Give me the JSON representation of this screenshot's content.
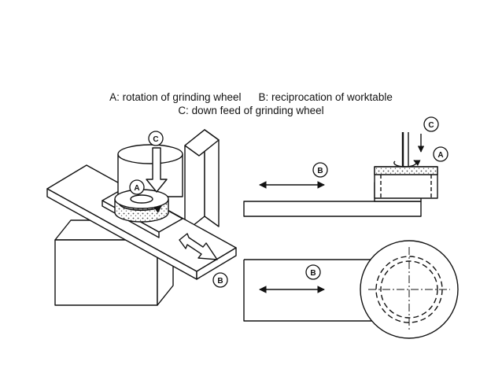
{
  "caption": {
    "line1_a": "A: rotation of grinding wheel",
    "line1_b": "B: reciprocation of worktable",
    "line2": "C: down feed of grinding wheel"
  },
  "markers": {
    "a": "A",
    "b": "B",
    "c": "C"
  }
}
